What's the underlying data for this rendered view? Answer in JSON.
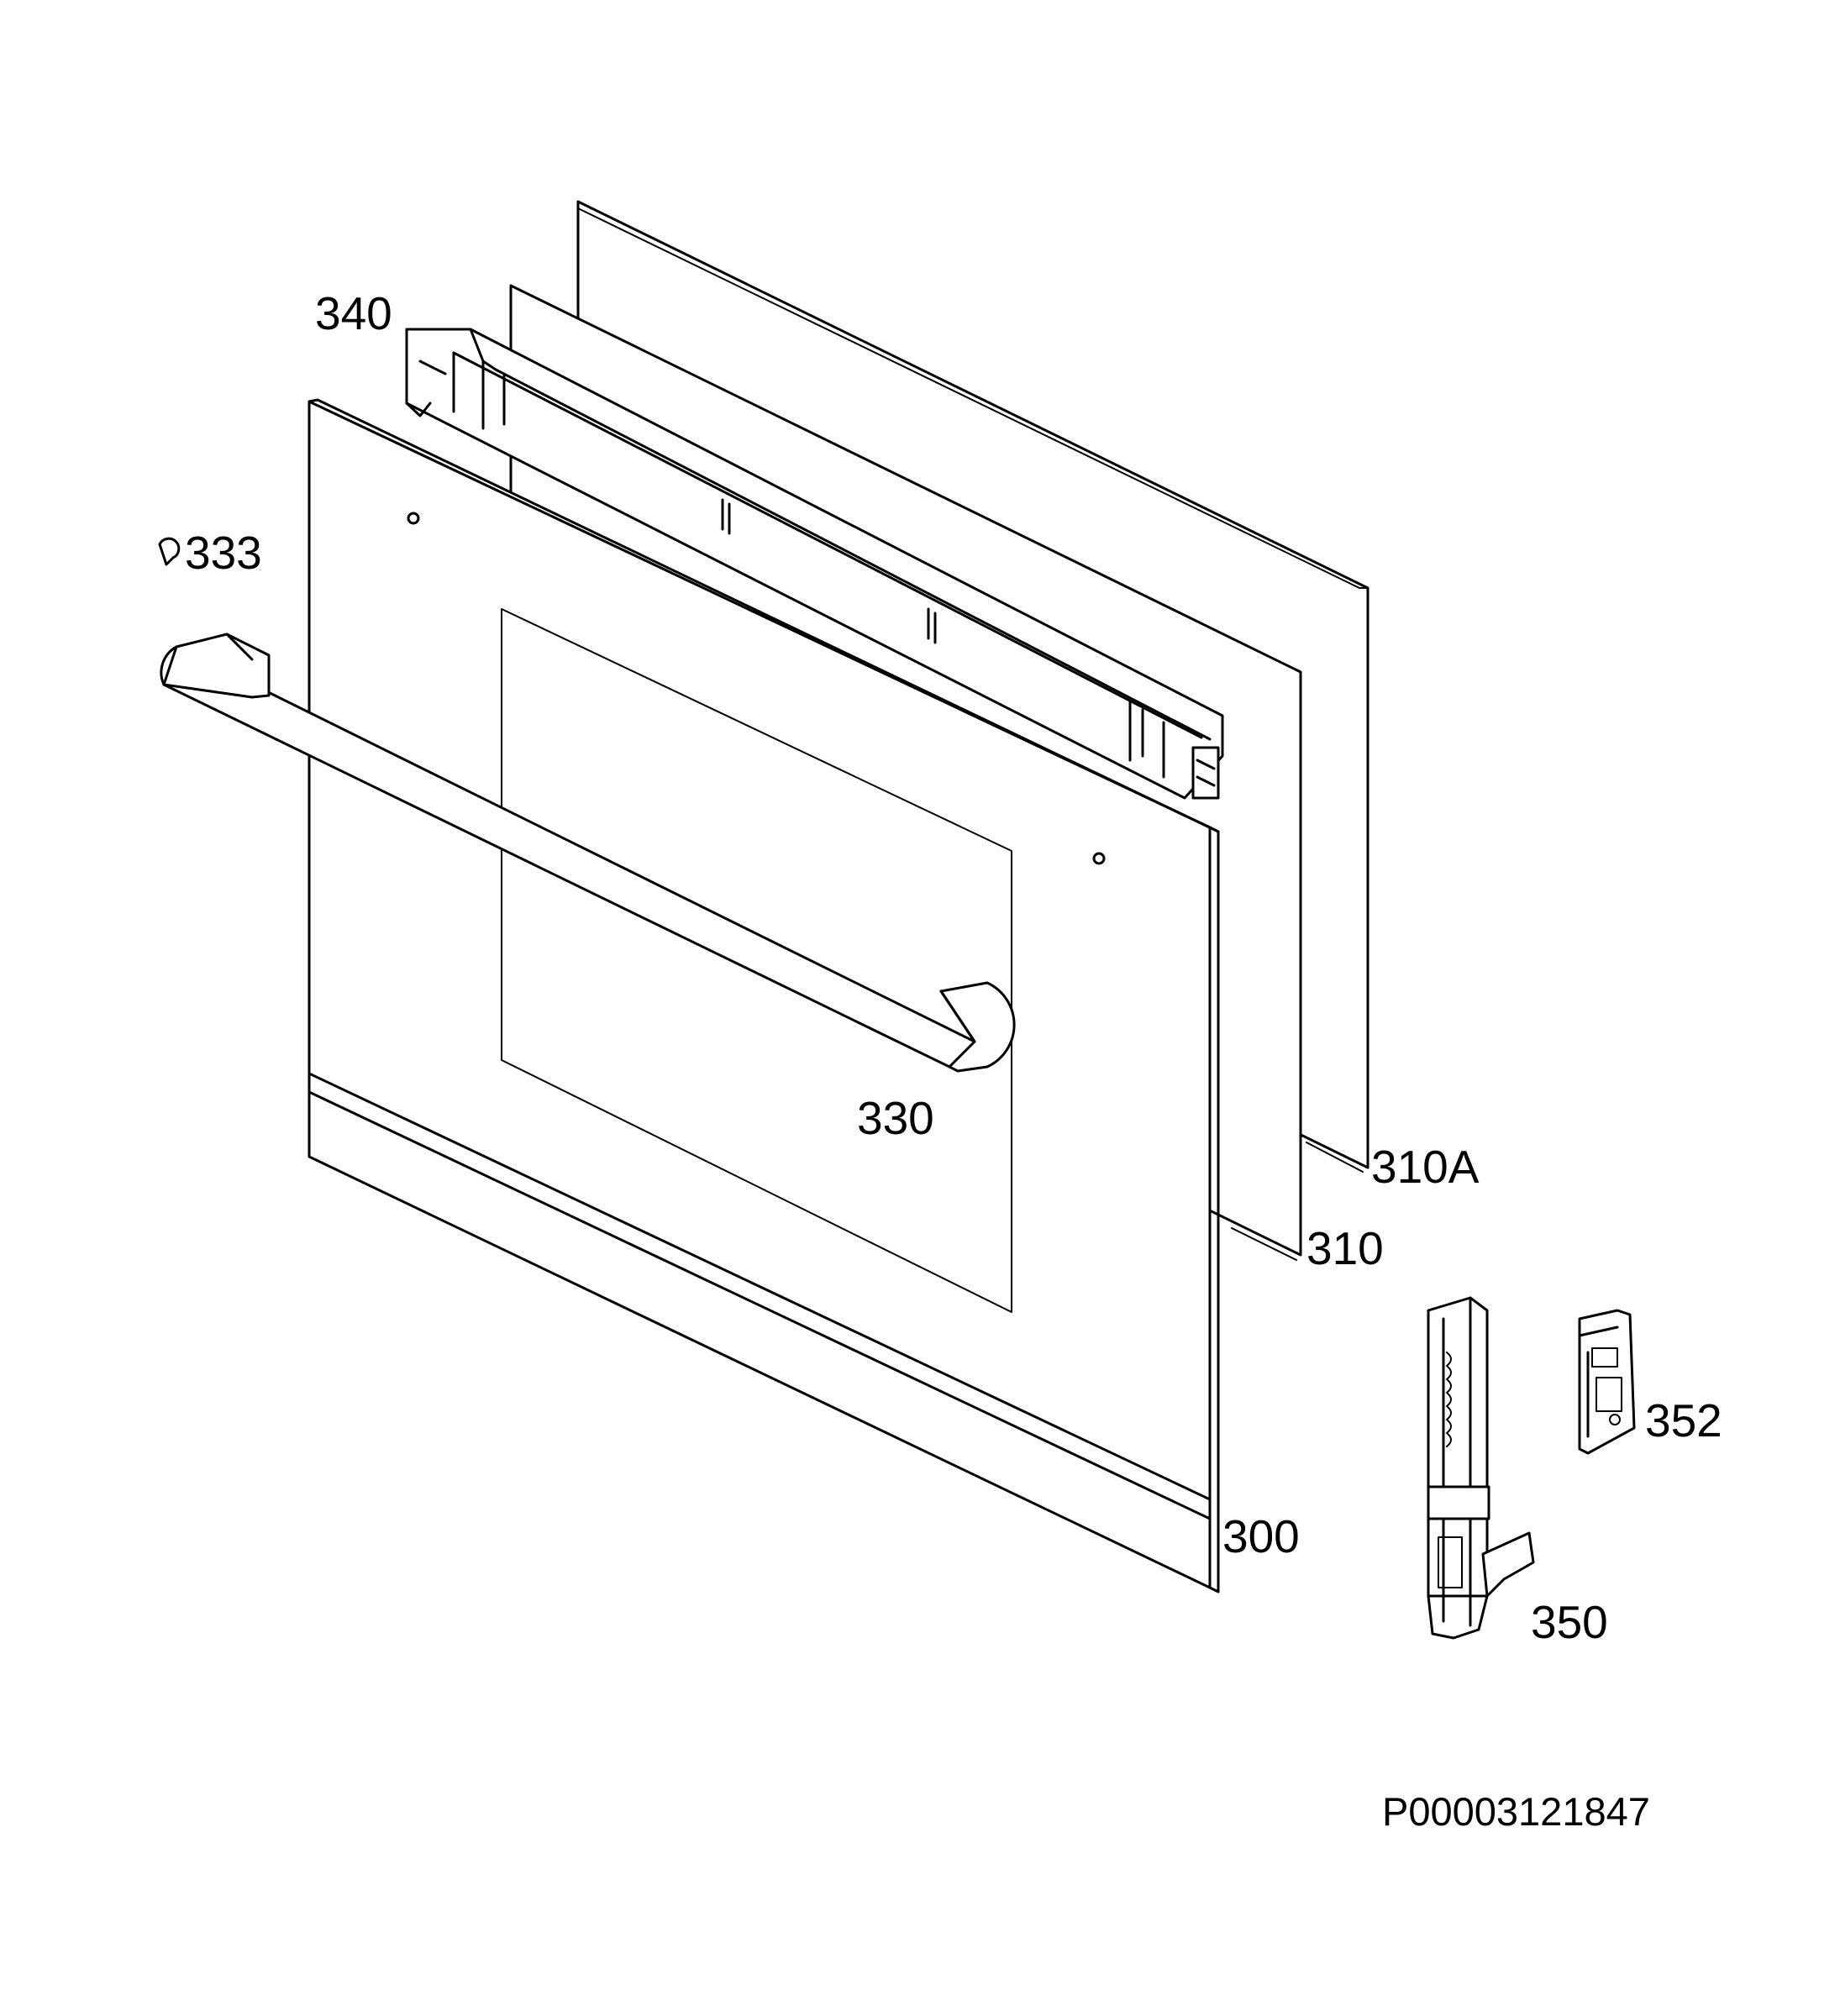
{
  "labels": {
    "p340": "340",
    "p333": "333",
    "p330": "330",
    "p310a": "310A",
    "p310": "310",
    "p300": "300",
    "p352": "352",
    "p350": "350"
  },
  "drawing_code": "P00003121847"
}
